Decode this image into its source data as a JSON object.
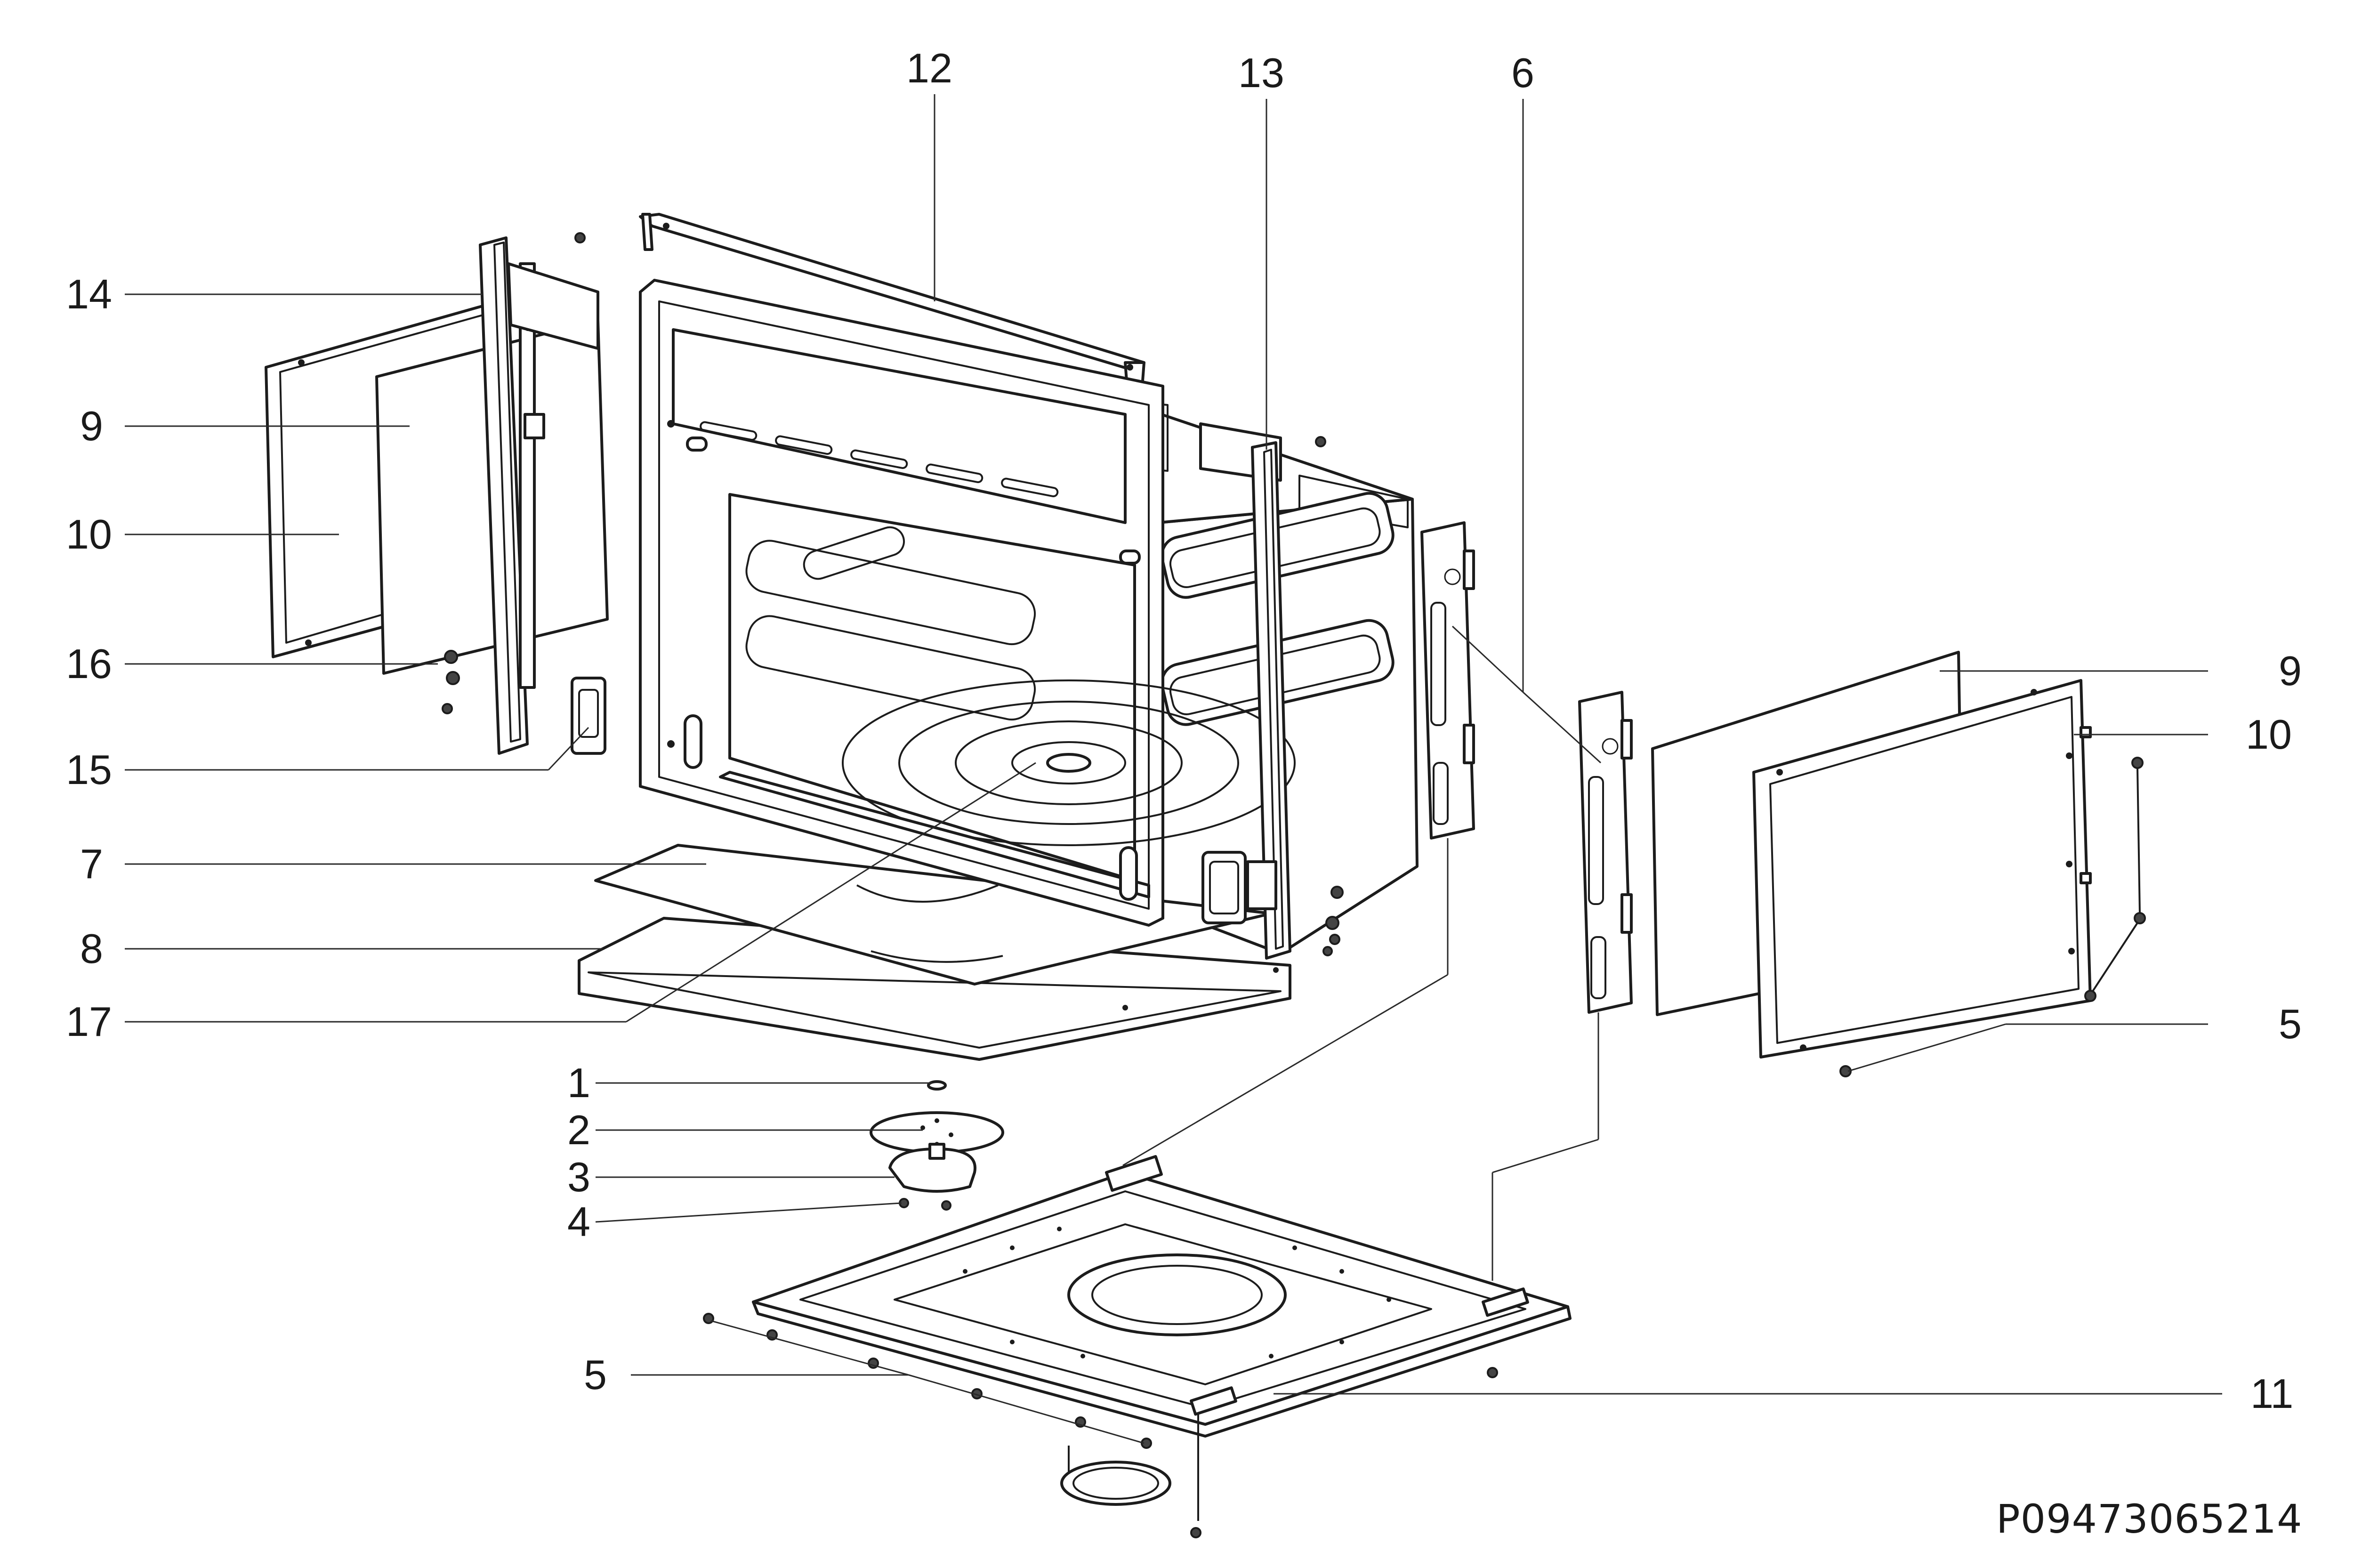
{
  "diagram": {
    "callouts": {
      "c1": "1",
      "c2": "2",
      "c3": "3",
      "c4": "4",
      "c5_left": "5",
      "c5_right": "5",
      "c6": "6",
      "c7": "7",
      "c8": "8",
      "c9_left": "9",
      "c9_right": "9",
      "c10_left": "10",
      "c10_right": "10",
      "c11": "11",
      "c12": "12",
      "c13": "13",
      "c14": "14",
      "c15": "15",
      "c16": "16",
      "c17": "17"
    },
    "drawing_code": "P09473065214"
  }
}
